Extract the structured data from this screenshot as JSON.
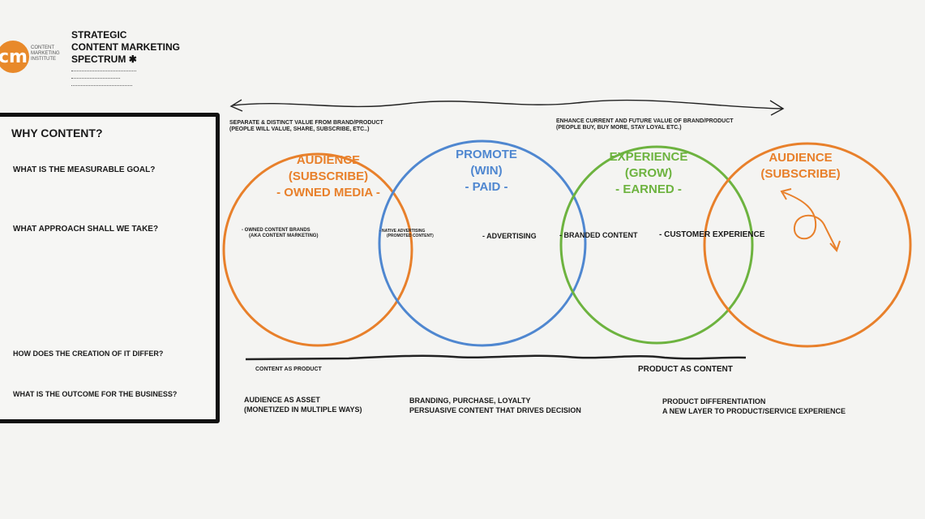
{
  "header": {
    "logo_mark": "cm",
    "logo_text": [
      "CONTENT",
      "MARKETING",
      "INSTITUTE"
    ],
    "title_lines": [
      "STRATEGIC",
      "CONTENT MARKETING",
      "SPECTRUM"
    ]
  },
  "panel": {
    "heading": "WHY CONTENT?",
    "questions": [
      "WHAT IS THE MEASURABLE GOAL?",
      "WHAT APPROACH SHALL WE TAKE?",
      "HOW DOES THE CREATION OF IT DIFFER?",
      "WHAT IS THE OUTCOME FOR THE BUSINESS?"
    ]
  },
  "top_notes": {
    "left": [
      "SEPARATE & DISTINCT VALUE FROM BRAND/PRODUCT",
      "(PEOPLE WILL VALUE, SHARE, SUBSCRIBE, ETC..)"
    ],
    "right": [
      "ENHANCE CURRENT AND FUTURE VALUE OF BRAND/PRODUCT",
      "(PEOPLE BUY, BUY MORE, STAY LOYAL ETC.)"
    ]
  },
  "circles": [
    {
      "lines": [
        "AUDIENCE",
        "(SUBSCRIBE)",
        "- OWNED MEDIA -"
      ],
      "color": "#e8802b"
    },
    {
      "lines": [
        "PROMOTE",
        "(WIN)",
        "- PAID -"
      ],
      "color": "#4f87d0"
    },
    {
      "lines": [
        "EXPERIENCE",
        "(GROW)",
        "- EARNED -"
      ],
      "color": "#6db33f"
    },
    {
      "lines": [
        "AUDIENCE",
        "(SUBSCRIBE)"
      ],
      "color": "#e8802b"
    }
  ],
  "items": {
    "owned": [
      "-  OWNED CONTENT BRANDS",
      "(AKA CONTENT MARKETING)"
    ],
    "native": [
      "- NATIVE ADVERTISING",
      "(PROMOTED CONTENT)"
    ],
    "advertising": "- ADVERTISING",
    "branded": "- BRANDED CONTENT",
    "customer": "- CUSTOMER EXPERIENCE"
  },
  "axis": {
    "left": "CONTENT AS PRODUCT",
    "right": "PRODUCT AS CONTENT"
  },
  "outcomes": {
    "left": [
      "AUDIENCE AS ASSET",
      "(MONETIZED IN MULTIPLE WAYS)"
    ],
    "middle": [
      "BRANDING, PURCHASE, LOYALTY",
      "PERSUASIVE CONTENT THAT DRIVES DECISION"
    ],
    "right": [
      "PRODUCT DIFFERENTIATION",
      "A NEW LAYER TO PRODUCT/SERVICE EXPERIENCE"
    ]
  }
}
